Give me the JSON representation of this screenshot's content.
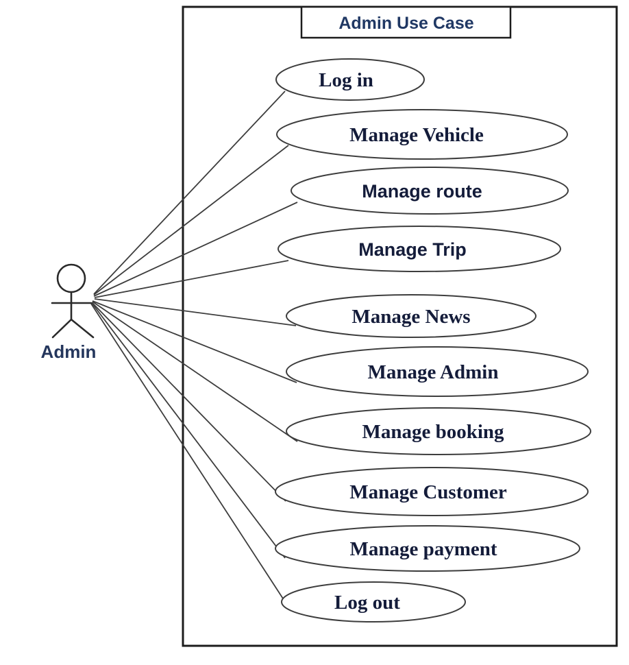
{
  "diagram": {
    "title": "Admin Use Case",
    "actor": {
      "label": "Admin"
    },
    "use_cases": [
      {
        "label": "Log in"
      },
      {
        "label": "Manage Vehicle"
      },
      {
        "label": "Manage route"
      },
      {
        "label": "Manage Trip"
      },
      {
        "label": "Manage News"
      },
      {
        "label": "Manage Admin"
      },
      {
        "label": "Manage booking"
      },
      {
        "label": "Manage Customer"
      },
      {
        "label": "Manage payment"
      },
      {
        "label": "Log out"
      }
    ],
    "colors": {
      "background": "#ffffff",
      "boundary_stroke": "#1c1c1c",
      "ellipse_stroke": "#3d3d3d",
      "association_stroke": "#3d3d3d",
      "title_text": "#203864",
      "actor_label_text": "#24365c",
      "use_case_text": "#141c3a"
    }
  }
}
